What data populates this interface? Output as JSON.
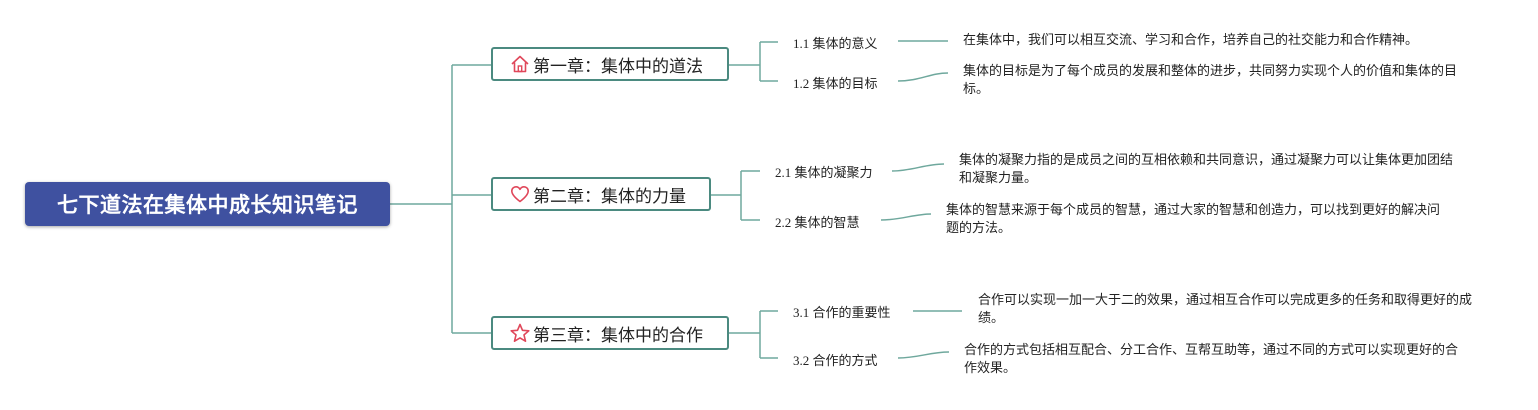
{
  "root": {
    "title": "七下道法在集体中成长知识笔记"
  },
  "chapters": [
    {
      "label": "第一章：集体中的道法",
      "icon": "house-icon",
      "subs": [
        {
          "label": "1.1 集体的意义",
          "desc": "在集体中，我们可以相互交流、学习和合作，培养自己的社交能力和合作精神。"
        },
        {
          "label": "1.2 集体的目标",
          "desc": "集体的目标是为了每个成员的发展和整体的进步，共同努力实现个人的价值和集体的目标。"
        }
      ]
    },
    {
      "label": "第二章：集体的力量",
      "icon": "heart-icon",
      "subs": [
        {
          "label": "2.1 集体的凝聚力",
          "desc": "集体的凝聚力指的是成员之间的互相依赖和共同意识，通过凝聚力可以让集体更加团结和凝聚力量。"
        },
        {
          "label": "2.2 集体的智慧",
          "desc": "集体的智慧来源于每个成员的智慧，通过大家的智慧和创造力，可以找到更好的解决问题的方法。"
        }
      ]
    },
    {
      "label": "第三章：集体中的合作",
      "icon": "star-icon",
      "subs": [
        {
          "label": "3.1 合作的重要性",
          "desc": "合作可以实现一加一大于二的效果，通过相互合作可以完成更多的任务和取得更好的成绩。"
        },
        {
          "label": "3.2 合作的方式",
          "desc": "合作的方式包括相互配合、分工合作、互帮互助等，通过不同的方式可以实现更好的合作效果。"
        }
      ]
    }
  ],
  "colors": {
    "root": "#3f51a0",
    "line": "#6fa89d",
    "border": "#4b8a80",
    "icon": "#e0475a"
  }
}
